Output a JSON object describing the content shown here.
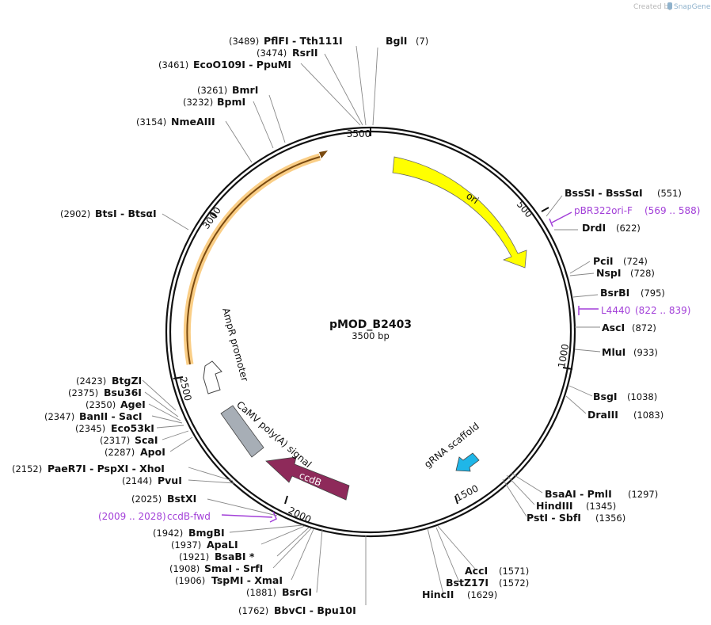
{
  "brand": {
    "prefix": "Created by",
    "name": "SnapGene"
  },
  "plasmid": {
    "name": "pMOD_B2403",
    "length": "3500 bp",
    "length_bp": 3500
  },
  "ticks": [
    "500",
    "1000",
    "1500",
    "2000",
    "2500",
    "3000",
    "3500"
  ],
  "features": [
    {
      "id": "ori",
      "label": "ori",
      "color": "#ffff00",
      "direction": "cw",
      "start": 150,
      "end": 680
    },
    {
      "id": "grna",
      "label": "gRNA scaffold",
      "color": "#1fb6e8",
      "direction": "ccw",
      "start": 1410,
      "end": 1380
    },
    {
      "id": "ccdb",
      "label": "ccdB",
      "color": "#8e2a5a",
      "direction": "ccw",
      "start": 1820,
      "end": 2110
    },
    {
      "id": "camv",
      "label": "CaMV poly(A) signal",
      "color": "#a7aeb6",
      "direction": "none",
      "start": 2160,
      "end": 2280
    },
    {
      "id": "ampr_promoter",
      "label": "AmpR promoter",
      "color": "#ffffff",
      "direction": "ccw",
      "start": 2440,
      "end": 2500
    },
    {
      "id": "ampr_orf",
      "label": "",
      "color": "#f5a623",
      "direction": "cw",
      "start": 2580,
      "end": 3330
    }
  ],
  "sites": [
    {
      "name": "BglI",
      "pos": "(7)"
    },
    {
      "name": "BssSI  -  BssSαI",
      "pos": "(551)"
    },
    {
      "name": "DrdI",
      "pos": "(622)"
    },
    {
      "name": "PciI",
      "pos": "(724)"
    },
    {
      "name": "NspI",
      "pos": "(728)"
    },
    {
      "name": "BsrBI",
      "pos": "(795)"
    },
    {
      "name": "AscI",
      "pos": "(872)"
    },
    {
      "name": "MluI",
      "pos": "(933)"
    },
    {
      "name": "BsgI",
      "pos": "(1038)"
    },
    {
      "name": "DraIII",
      "pos": "(1083)"
    },
    {
      "name": "BsaAI  -  PmlI",
      "pos": "(1297)"
    },
    {
      "name": "HindIII",
      "pos": "(1345)"
    },
    {
      "name": "PstI  -  SbfI",
      "pos": "(1356)"
    },
    {
      "name": "AccI",
      "pos": "(1571)"
    },
    {
      "name": "BstZ17I",
      "pos": "(1572)"
    },
    {
      "name": "HincII",
      "pos": "(1629)"
    },
    {
      "name": "BbvCI  -  Bpu10I",
      "pos": "(1762)"
    },
    {
      "name": "BsrGI",
      "pos": "(1881)"
    },
    {
      "name": "TspMI  -  XmaI",
      "pos": "(1906)"
    },
    {
      "name": "SmaI  -  SrfI",
      "pos": "(1908)"
    },
    {
      "name": "BsaBI *",
      "pos": "(1921)"
    },
    {
      "name": "ApaLI",
      "pos": "(1937)"
    },
    {
      "name": "BmgBI",
      "pos": "(1942)"
    },
    {
      "name": "BstXI",
      "pos": "(2025)"
    },
    {
      "name": "PvuI",
      "pos": "(2144)"
    },
    {
      "name": "PaeR7I  -  PspXI  -  XhoI",
      "pos": "(2152)"
    },
    {
      "name": "ApoI",
      "pos": "(2287)"
    },
    {
      "name": "ScaI",
      "pos": "(2317)"
    },
    {
      "name": "Eco53kI",
      "pos": "(2345)"
    },
    {
      "name": "BanII  -  SacI",
      "pos": "(2347)"
    },
    {
      "name": "AgeI",
      "pos": "(2350)"
    },
    {
      "name": "Bsu36I",
      "pos": "(2375)"
    },
    {
      "name": "BtgZI",
      "pos": "(2423)"
    },
    {
      "name": "BtsI  -  BtsαI",
      "pos": "(2902)"
    },
    {
      "name": "NmeAIII",
      "pos": "(3154)"
    },
    {
      "name": "BpmI",
      "pos": "(3232)"
    },
    {
      "name": "BmrI",
      "pos": "(3261)"
    },
    {
      "name": "EcoO109I  -  PpuMI",
      "pos": "(3461)"
    },
    {
      "name": "RsrII",
      "pos": "(3474)"
    },
    {
      "name": "PflFI  -  Tth111I",
      "pos": "(3489)"
    }
  ],
  "primers": [
    {
      "name": "pBR322ori-F",
      "range": "(569 .. 588)",
      "color": "#a23fd8"
    },
    {
      "name": "L4440",
      "range": "(822 .. 839)",
      "color": "#a23fd8"
    },
    {
      "name": "ccdB-fwd",
      "range": "(2009 .. 2028)",
      "color": "#a23fd8"
    }
  ]
}
